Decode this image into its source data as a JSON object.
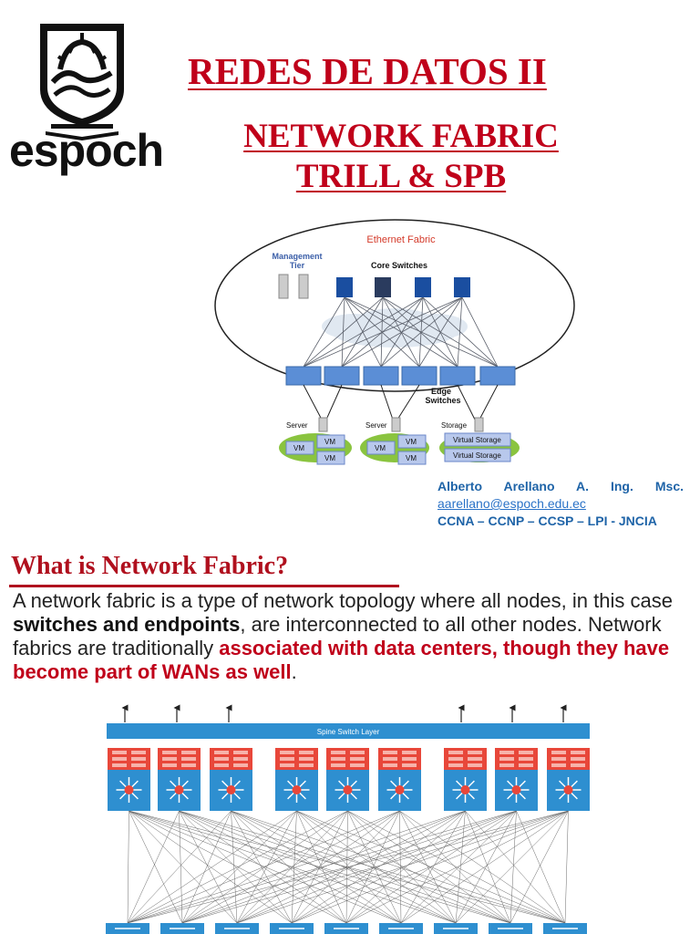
{
  "logo": {
    "text": "espoch"
  },
  "header": {
    "course_title": "REDES DE DATOS II",
    "topic_line1": "NETWORK FABRIC",
    "topic_line2": "TRILL & SPB"
  },
  "figure1": {
    "title": "Ethernet Fabric",
    "management_label": "Management",
    "tier_label": "Tier",
    "core_label": "Core Switches",
    "edge_label1": "Edge",
    "edge_label2": "Switches",
    "server_label": "Server",
    "storage_label": "Storage",
    "vm_label": "VM",
    "virtual_storage_label": "Virtual Storage"
  },
  "author": {
    "name": "Alberto Arellano A. Ing. Msc.",
    "email": "aarellano@espoch.edu.ec",
    "certs": "CCNA – CCNP – CCSP – LPI - JNCIA"
  },
  "section": {
    "title": "What is Network Fabric?",
    "p_a": "A network fabric is a type of network topology where all nodes, in this case ",
    "p_b": "switches and endpoints",
    "p_c": ", are interconnected to all other nodes. Network fabrics are traditionally ",
    "p_d": "associated with data centers, though they have become part of WANs as well",
    "p_e": "."
  },
  "figure2": {
    "spine_label": "Spine Switch Layer"
  },
  "colors": {
    "accent_red": "#c0001a",
    "link_blue": "#1f64a8",
    "spine_blue": "#2e8fd0",
    "switch_red": "#e8473a"
  }
}
